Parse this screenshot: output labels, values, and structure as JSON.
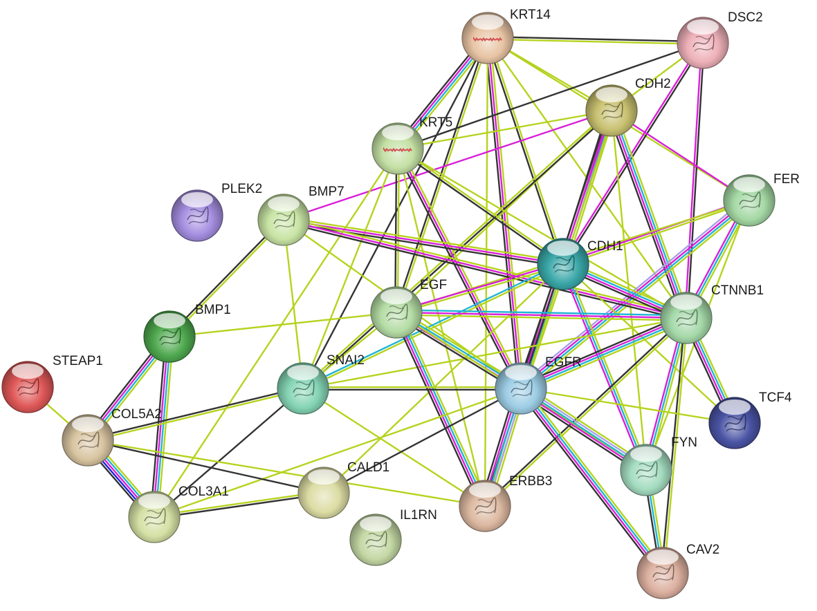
{
  "edge_colors": {
    "yellow_green": "#b5d31e",
    "black": "#333333",
    "magenta": "#d81fd8",
    "cyan": "#20b4d4",
    "blue": "#1c24e0",
    "lavender": "#a7a1e6"
  },
  "nodes": [
    {
      "id": "KRT14",
      "label": "KRT14",
      "color": "#e8c4a4",
      "icon": "coiled-coil-structure"
    },
    {
      "id": "DSC2",
      "label": "DSC2",
      "color": "#eeb0b8",
      "icon": "protein-structure"
    },
    {
      "id": "CDH2",
      "label": "CDH2",
      "color": "#c8c070",
      "icon": "protein-structure"
    },
    {
      "id": "KRT5",
      "label": "KRT5",
      "color": "#c4e0a4",
      "icon": "coiled-coil-structure"
    },
    {
      "id": "FER",
      "label": "FER",
      "color": "#a4d8a4",
      "icon": "protein-structure"
    },
    {
      "id": "PLEK2",
      "label": "PLEK2",
      "color": "#a48ee0",
      "icon": "protein-structure"
    },
    {
      "id": "BMP7",
      "label": "BMP7",
      "color": "#c8e4a4",
      "icon": "protein-structure"
    },
    {
      "id": "CDH1",
      "label": "CDH1",
      "color": "#3aa7a8",
      "icon": "protein-structure"
    },
    {
      "id": "CTNNB1",
      "label": "CTNNB1",
      "color": "#a4d8a8",
      "icon": "protein-structure"
    },
    {
      "id": "EGF",
      "label": "EGF",
      "color": "#b4dca4",
      "icon": "protein-structure"
    },
    {
      "id": "BMP1",
      "label": "BMP1",
      "color": "#4ea84e",
      "icon": "protein-structure"
    },
    {
      "id": "STEAP1",
      "label": "STEAP1",
      "color": "#e05858",
      "icon": "protein-structure"
    },
    {
      "id": "SNAI2",
      "label": "SNAI2",
      "color": "#84d4b4",
      "icon": "protein-structure"
    },
    {
      "id": "EGFR",
      "label": "EGFR",
      "color": "#9ccce4",
      "icon": "protein-structure"
    },
    {
      "id": "TCF4",
      "label": "TCF4",
      "color": "#4a54a4",
      "icon": "protein-structure"
    },
    {
      "id": "COL5A2",
      "label": "COL5A2",
      "color": "#d8c4a0",
      "icon": "protein-structure"
    },
    {
      "id": "FYN",
      "label": "FYN",
      "color": "#a4dcc0",
      "icon": "protein-structure"
    },
    {
      "id": "CALD1",
      "label": "CALD1",
      "color": "#dcdca4",
      "icon": "blank"
    },
    {
      "id": "COL3A1",
      "label": "COL3A1",
      "color": "#d4e0a4",
      "icon": "protein-structure"
    },
    {
      "id": "ERBB3",
      "label": "ERBB3",
      "color": "#dcb8a0",
      "icon": "protein-structure"
    },
    {
      "id": "IL1RN",
      "label": "IL1RN",
      "color": "#c4d8a4",
      "icon": "protein-structure"
    },
    {
      "id": "CAV2",
      "label": "CAV2",
      "color": "#dcb0a0",
      "icon": "protein-structure"
    }
  ],
  "edges": [
    {
      "source": "KRT14",
      "target": "DSC2",
      "colors": [
        "black",
        "yellow_green"
      ]
    },
    {
      "source": "KRT14",
      "target": "KRT5",
      "colors": [
        "yellow_green",
        "cyan",
        "magenta",
        "black"
      ]
    },
    {
      "source": "KRT14",
      "target": "CDH2",
      "colors": [
        "yellow_green"
      ]
    },
    {
      "source": "KRT14",
      "target": "CDH1",
      "colors": [
        "yellow_green",
        "black"
      ]
    },
    {
      "source": "KRT14",
      "target": "EGF",
      "colors": [
        "yellow_green",
        "black"
      ]
    },
    {
      "source": "KRT14",
      "target": "EGFR",
      "colors": [
        "yellow_green",
        "magenta",
        "black"
      ]
    },
    {
      "source": "KRT14",
      "target": "CTNNB1",
      "colors": [
        "yellow_green"
      ]
    },
    {
      "source": "KRT14",
      "target": "SNAI2",
      "colors": [
        "black"
      ]
    },
    {
      "source": "KRT14",
      "target": "ERBB3",
      "colors": [
        "yellow_green"
      ]
    },
    {
      "source": "KRT14",
      "target": "FER",
      "colors": [
        "yellow_green"
      ]
    },
    {
      "source": "DSC2",
      "target": "KRT5",
      "colors": [
        "black"
      ]
    },
    {
      "source": "DSC2",
      "target": "CDH2",
      "colors": [
        "yellow_green"
      ]
    },
    {
      "source": "DSC2",
      "target": "CTNNB1",
      "colors": [
        "black",
        "magenta"
      ]
    },
    {
      "source": "DSC2",
      "target": "CDH1",
      "colors": [
        "black",
        "magenta"
      ]
    },
    {
      "source": "CDH2",
      "target": "KRT5",
      "colors": [
        "yellow_green"
      ]
    },
    {
      "source": "CDH2",
      "target": "BMP7",
      "colors": [
        "magenta"
      ]
    },
    {
      "source": "CDH2",
      "target": "CDH1",
      "colors": [
        "yellow_green",
        "cyan",
        "magenta",
        "black"
      ]
    },
    {
      "source": "CDH2",
      "target": "CTNNB1",
      "colors": [
        "yellow_green",
        "cyan",
        "magenta",
        "black"
      ]
    },
    {
      "source": "CDH2",
      "target": "FER",
      "colors": [
        "magenta"
      ]
    },
    {
      "source": "CDH2",
      "target": "EGF",
      "colors": [
        "yellow_green"
      ]
    },
    {
      "source": "CDH2",
      "target": "EGFR",
      "colors": [
        "yellow_green",
        "magenta",
        "black"
      ]
    },
    {
      "source": "CDH2",
      "target": "SNAI2",
      "colors": [
        "black",
        "yellow_green"
      ]
    },
    {
      "source": "CDH2",
      "target": "FYN",
      "colors": [
        "yellow_green"
      ]
    },
    {
      "source": "KRT5",
      "target": "CDH1",
      "colors": [
        "yellow_green",
        "black"
      ]
    },
    {
      "source": "KRT5",
      "target": "EGF",
      "colors": [
        "yellow_green",
        "black"
      ]
    },
    {
      "source": "KRT5",
      "target": "EGFR",
      "colors": [
        "yellow_green",
        "magenta",
        "black"
      ]
    },
    {
      "source": "KRT5",
      "target": "CTNNB1",
      "colors": [
        "yellow_green"
      ]
    },
    {
      "source": "KRT5",
      "target": "SNAI2",
      "colors": [
        "yellow_green"
      ]
    },
    {
      "source": "KRT5",
      "target": "ERBB3",
      "colors": [
        "yellow_green"
      ]
    },
    {
      "source": "KRT5",
      "target": "COL3A1",
      "colors": [
        "yellow_green"
      ]
    },
    {
      "source": "FER",
      "target": "CDH1",
      "colors": [
        "yellow_green",
        "magenta"
      ]
    },
    {
      "source": "FER",
      "target": "CTNNB1",
      "colors": [
        "yellow_green",
        "cyan",
        "magenta"
      ]
    },
    {
      "source": "FER",
      "target": "EGFR",
      "colors": [
        "yellow_green",
        "cyan",
        "magenta",
        "lavender"
      ]
    },
    {
      "source": "FER",
      "target": "EGF",
      "colors": [
        "yellow_green"
      ]
    },
    {
      "source": "FER",
      "target": "FYN",
      "colors": [
        "yellow_green"
      ]
    },
    {
      "source": "BMP7",
      "target": "BMP1",
      "colors": [
        "yellow_green",
        "black"
      ]
    },
    {
      "source": "BMP7",
      "target": "CDH1",
      "colors": [
        "yellow_green",
        "magenta",
        "black"
      ]
    },
    {
      "source": "BMP7",
      "target": "CTNNB1",
      "colors": [
        "yellow_green",
        "magenta",
        "black"
      ]
    },
    {
      "source": "BMP7",
      "target": "SNAI2",
      "colors": [
        "yellow_green"
      ]
    },
    {
      "source": "BMP7",
      "target": "EGFR",
      "colors": [
        "yellow_green"
      ]
    },
    {
      "source": "CDH1",
      "target": "CTNNB1",
      "colors": [
        "yellow_green",
        "cyan",
        "magenta",
        "black"
      ]
    },
    {
      "source": "CDH1",
      "target": "EGF",
      "colors": [
        "yellow_green",
        "magenta"
      ]
    },
    {
      "source": "CDH1",
      "target": "EGFR",
      "colors": [
        "yellow_green",
        "cyan",
        "magenta",
        "black"
      ]
    },
    {
      "source": "CDH1",
      "target": "SNAI2",
      "colors": [
        "yellow_green",
        "cyan"
      ]
    },
    {
      "source": "CDH1",
      "target": "FYN",
      "colors": [
        "yellow_green",
        "cyan",
        "magenta"
      ]
    },
    {
      "source": "CDH1",
      "target": "ERBB3",
      "colors": [
        "yellow_green",
        "black"
      ]
    },
    {
      "source": "CDH1",
      "target": "TCF4",
      "colors": [
        "yellow_green"
      ]
    },
    {
      "source": "CDH1",
      "target": "CALD1",
      "colors": [
        "yellow_green"
      ]
    },
    {
      "source": "CTNNB1",
      "target": "EGF",
      "colors": [
        "yellow_green",
        "magenta",
        "cyan"
      ]
    },
    {
      "source": "CTNNB1",
      "target": "EGFR",
      "colors": [
        "yellow_green",
        "cyan",
        "magenta",
        "black"
      ]
    },
    {
      "source": "CTNNB1",
      "target": "TCF4",
      "colors": [
        "yellow_green",
        "cyan",
        "magenta",
        "black"
      ]
    },
    {
      "source": "CTNNB1",
      "target": "FYN",
      "colors": [
        "yellow_green",
        "cyan",
        "magenta"
      ]
    },
    {
      "source": "CTNNB1",
      "target": "ERBB3",
      "colors": [
        "yellow_green",
        "black"
      ]
    },
    {
      "source": "CTNNB1",
      "target": "SNAI2",
      "colors": [
        "yellow_green"
      ]
    },
    {
      "source": "CTNNB1",
      "target": "CAV2",
      "colors": [
        "yellow_green",
        "black"
      ]
    },
    {
      "source": "EGF",
      "target": "EGFR",
      "colors": [
        "yellow_green",
        "cyan",
        "magenta",
        "black"
      ]
    },
    {
      "source": "EGF",
      "target": "ERBB3",
      "colors": [
        "yellow_green",
        "cyan",
        "magenta",
        "black"
      ]
    },
    {
      "source": "EGF",
      "target": "BMP1",
      "colors": [
        "yellow_green"
      ]
    },
    {
      "source": "EGF",
      "target": "SNAI2",
      "colors": [
        "yellow_green"
      ]
    },
    {
      "source": "EGF",
      "target": "FYN",
      "colors": [
        "yellow_green"
      ]
    },
    {
      "source": "BMP1",
      "target": "COL5A2",
      "colors": [
        "yellow_green",
        "cyan",
        "magenta",
        "black"
      ]
    },
    {
      "source": "BMP1",
      "target": "COL3A1",
      "colors": [
        "yellow_green",
        "cyan",
        "magenta",
        "black"
      ]
    },
    {
      "source": "STEAP1",
      "target": "COL5A2",
      "colors": [
        "yellow_green"
      ]
    },
    {
      "source": "SNAI2",
      "target": "EGFR",
      "colors": [
        "yellow_green",
        "black"
      ]
    },
    {
      "source": "SNAI2",
      "target": "COL5A2",
      "colors": [
        "yellow_green",
        "black"
      ]
    },
    {
      "source": "SNAI2",
      "target": "COL3A1",
      "colors": [
        "black"
      ]
    },
    {
      "source": "SNAI2",
      "target": "ERBB3",
      "colors": [
        "yellow_green"
      ]
    },
    {
      "source": "EGFR",
      "target": "ERBB3",
      "colors": [
        "yellow_green",
        "lavender",
        "cyan",
        "magenta",
        "black"
      ]
    },
    {
      "source": "EGFR",
      "target": "FYN",
      "colors": [
        "yellow_green",
        "lavender",
        "cyan",
        "magenta",
        "black"
      ]
    },
    {
      "source": "EGFR",
      "target": "CAV2",
      "colors": [
        "yellow_green",
        "cyan",
        "magenta",
        "black"
      ]
    },
    {
      "source": "EGFR",
      "target": "TCF4",
      "colors": [
        "yellow_green"
      ]
    },
    {
      "source": "EGFR",
      "target": "CALD1",
      "colors": [
        "black"
      ]
    },
    {
      "source": "EGFR",
      "target": "COL3A1",
      "colors": [
        "yellow_green"
      ]
    },
    {
      "source": "COL5A2",
      "target": "COL3A1",
      "colors": [
        "yellow_green",
        "cyan",
        "magenta",
        "blue",
        "black"
      ]
    },
    {
      "source": "COL5A2",
      "target": "CALD1",
      "colors": [
        "black"
      ]
    },
    {
      "source": "COL5A2",
      "target": "ERBB3",
      "colors": [
        "yellow_green"
      ]
    },
    {
      "source": "COL3A1",
      "target": "CALD1",
      "colors": [
        "yellow_green",
        "black"
      ]
    },
    {
      "source": "FYN",
      "target": "CAV2",
      "colors": [
        "yellow_green",
        "cyan",
        "black"
      ]
    }
  ]
}
